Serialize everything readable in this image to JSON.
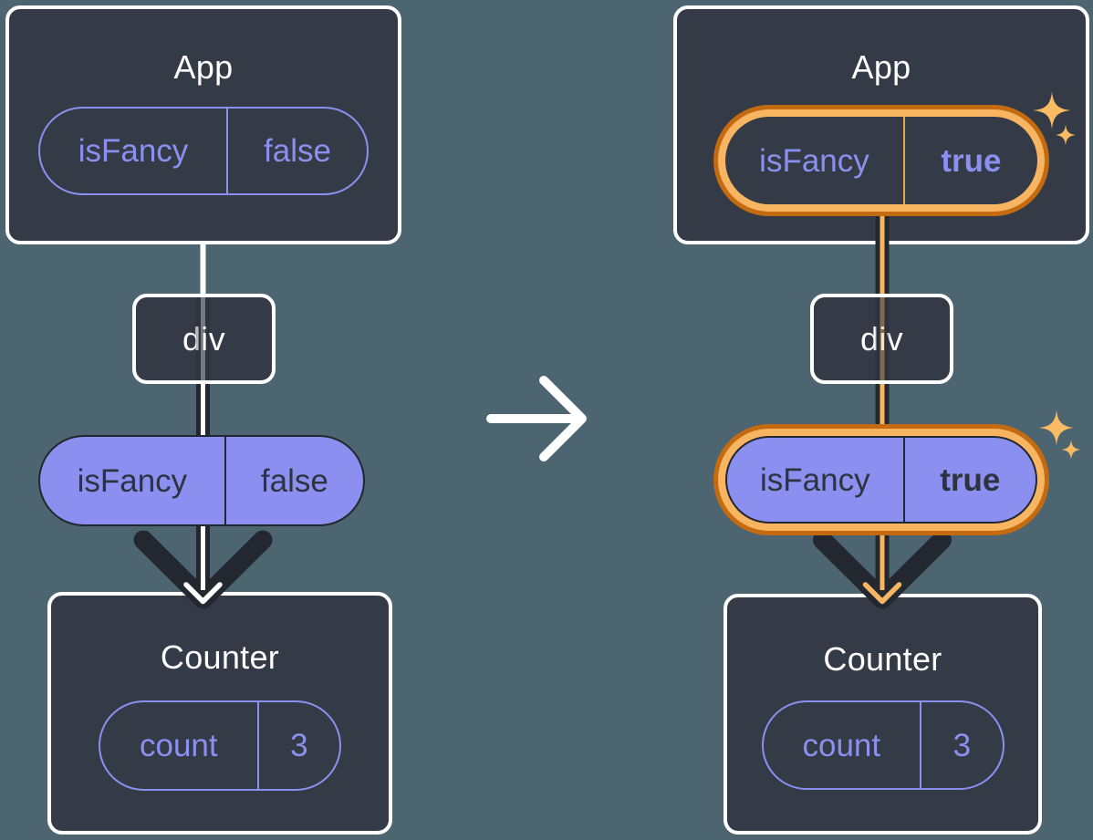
{
  "diagram": {
    "description": "state change propagation tree, before and after",
    "panels": {
      "before": {
        "app": {
          "title": "App",
          "prop": {
            "name": "isFancy",
            "value": "false"
          }
        },
        "div_node": {
          "title": "div"
        },
        "passed_prop": {
          "name": "isFancy",
          "value": "false"
        },
        "counter": {
          "title": "Counter",
          "state": {
            "name": "count",
            "value": "3"
          }
        }
      },
      "after": {
        "app": {
          "title": "App",
          "prop": {
            "name": "isFancy",
            "value": "true"
          }
        },
        "div_node": {
          "title": "div"
        },
        "passed_prop": {
          "name": "isFancy",
          "value": "true"
        },
        "counter": {
          "title": "Counter",
          "state": {
            "name": "count",
            "value": "3"
          }
        }
      }
    },
    "icons": {
      "transition": "right-arrow-icon",
      "highlight": "sparkle-icon"
    },
    "colors": {
      "background": "#4C6570",
      "card": "#343B46",
      "white": "#FFFFFF",
      "purple": "#8B8FF0",
      "dark_line": "#23272F",
      "orange_light": "#F8B561",
      "orange_dark": "#C46A10",
      "orange_divider": "#E9A546",
      "sparkle": "#F9BC63"
    }
  }
}
